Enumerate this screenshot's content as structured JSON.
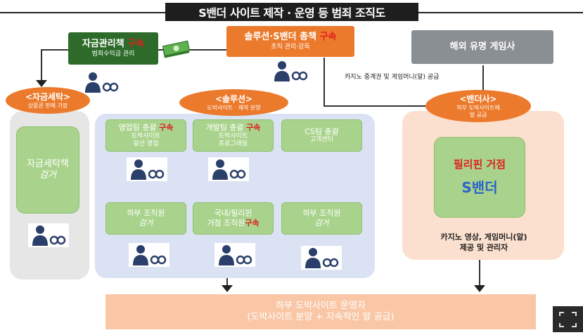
{
  "title": "S밴더 사이트 제작 · 운영 등 범죄 조직도",
  "top_left": {
    "name": "자금관리책",
    "status": "구속",
    "sub": "범죄수익금 관리"
  },
  "top_center": {
    "name": "솔루션·S밴더 총책",
    "status": "구속",
    "sub": "조직 관리·감독"
  },
  "top_right": {
    "name": "해외 유명 게임사"
  },
  "top_right_note": "카지노 중계권 및 게임머니(알) 공급",
  "launder": {
    "title": "<자금세탁>",
    "sub": "상품권 판매 가장",
    "member": "자금세탁책",
    "status": "검거"
  },
  "solution": {
    "title": "<솔루션>",
    "sub": "도박사이트 · 제작 분양",
    "teams": [
      {
        "name": "영업팀 총괄",
        "status": "구속",
        "desc1": "도박사이트",
        "desc2": "알선 영업"
      },
      {
        "name": "개발팀 총괄",
        "status": "구속",
        "desc1": "도박사이트",
        "desc2": "프로그래밍"
      },
      {
        "name": "CS팀 총괄",
        "status": "",
        "desc1": "고객센터",
        "desc2": ""
      }
    ],
    "subs": [
      {
        "line1": "하부 조직원",
        "line2": "검거",
        "status": ""
      },
      {
        "line1": "국내/필리핀",
        "line2": "거점 조직원",
        "status": "구속"
      },
      {
        "line1": "하부 조직원",
        "line2": "검거",
        "status": ""
      }
    ]
  },
  "vendor": {
    "title": "<밴더사>",
    "sub1": "하부 도박사이트에",
    "sub2": "알 공급",
    "base1": "필리핀 거점",
    "base2": "S밴더",
    "desc1": "카지노 영상, 게임머니(알)",
    "desc2": "제공 및 관리자"
  },
  "bottom": {
    "line1": "하부 도박사이트 운영자",
    "line2": "(도박사이트 분양 + 지속적인 알 공급)"
  },
  "icons": {
    "person": "handcuffed-person-icon",
    "money": "money-stack-icon",
    "fullscreen": "fullscreen-icon"
  },
  "colors": {
    "accent": "#ec7a2c",
    "green": "#a9d38c",
    "dark_green": "#2e6b2a",
    "red": "#e02020",
    "blue_panel": "#dbe2f3",
    "peach_panel": "#fbe0cf"
  }
}
